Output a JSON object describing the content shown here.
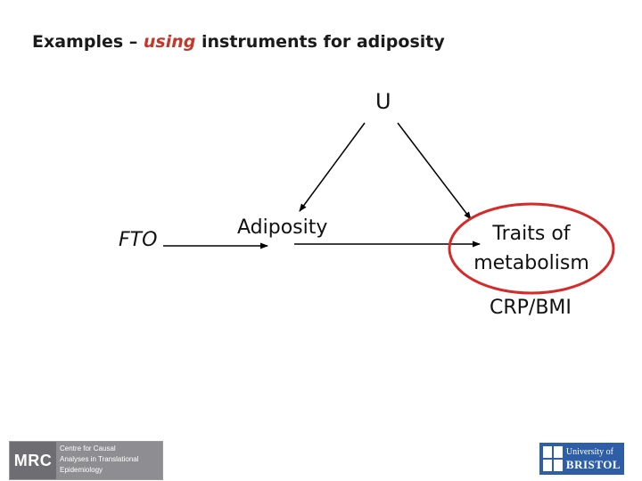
{
  "title": {
    "part1": "Examples – ",
    "emphasis": "using",
    "part2": " instruments for adiposity"
  },
  "diagram": {
    "node_u": "U",
    "node_fto": "FTO",
    "node_adiposity": "Adiposity",
    "node_traits_line1": "Traits of",
    "node_traits_line2": "metabolism",
    "node_crp_bmi": "CRP/BMI"
  },
  "logos": {
    "mrc_mark": "MRC",
    "mrc_line1": "Centre for Causal",
    "mrc_line2": "Analyses in Translational",
    "mrc_line3": "Epidemiology",
    "bristol_line1": "University of",
    "bristol_line2": "BRISTOL"
  },
  "colors": {
    "emphasis": "#c0392b",
    "highlight_ellipse": "#d62a2a",
    "arrows": "#000000"
  }
}
